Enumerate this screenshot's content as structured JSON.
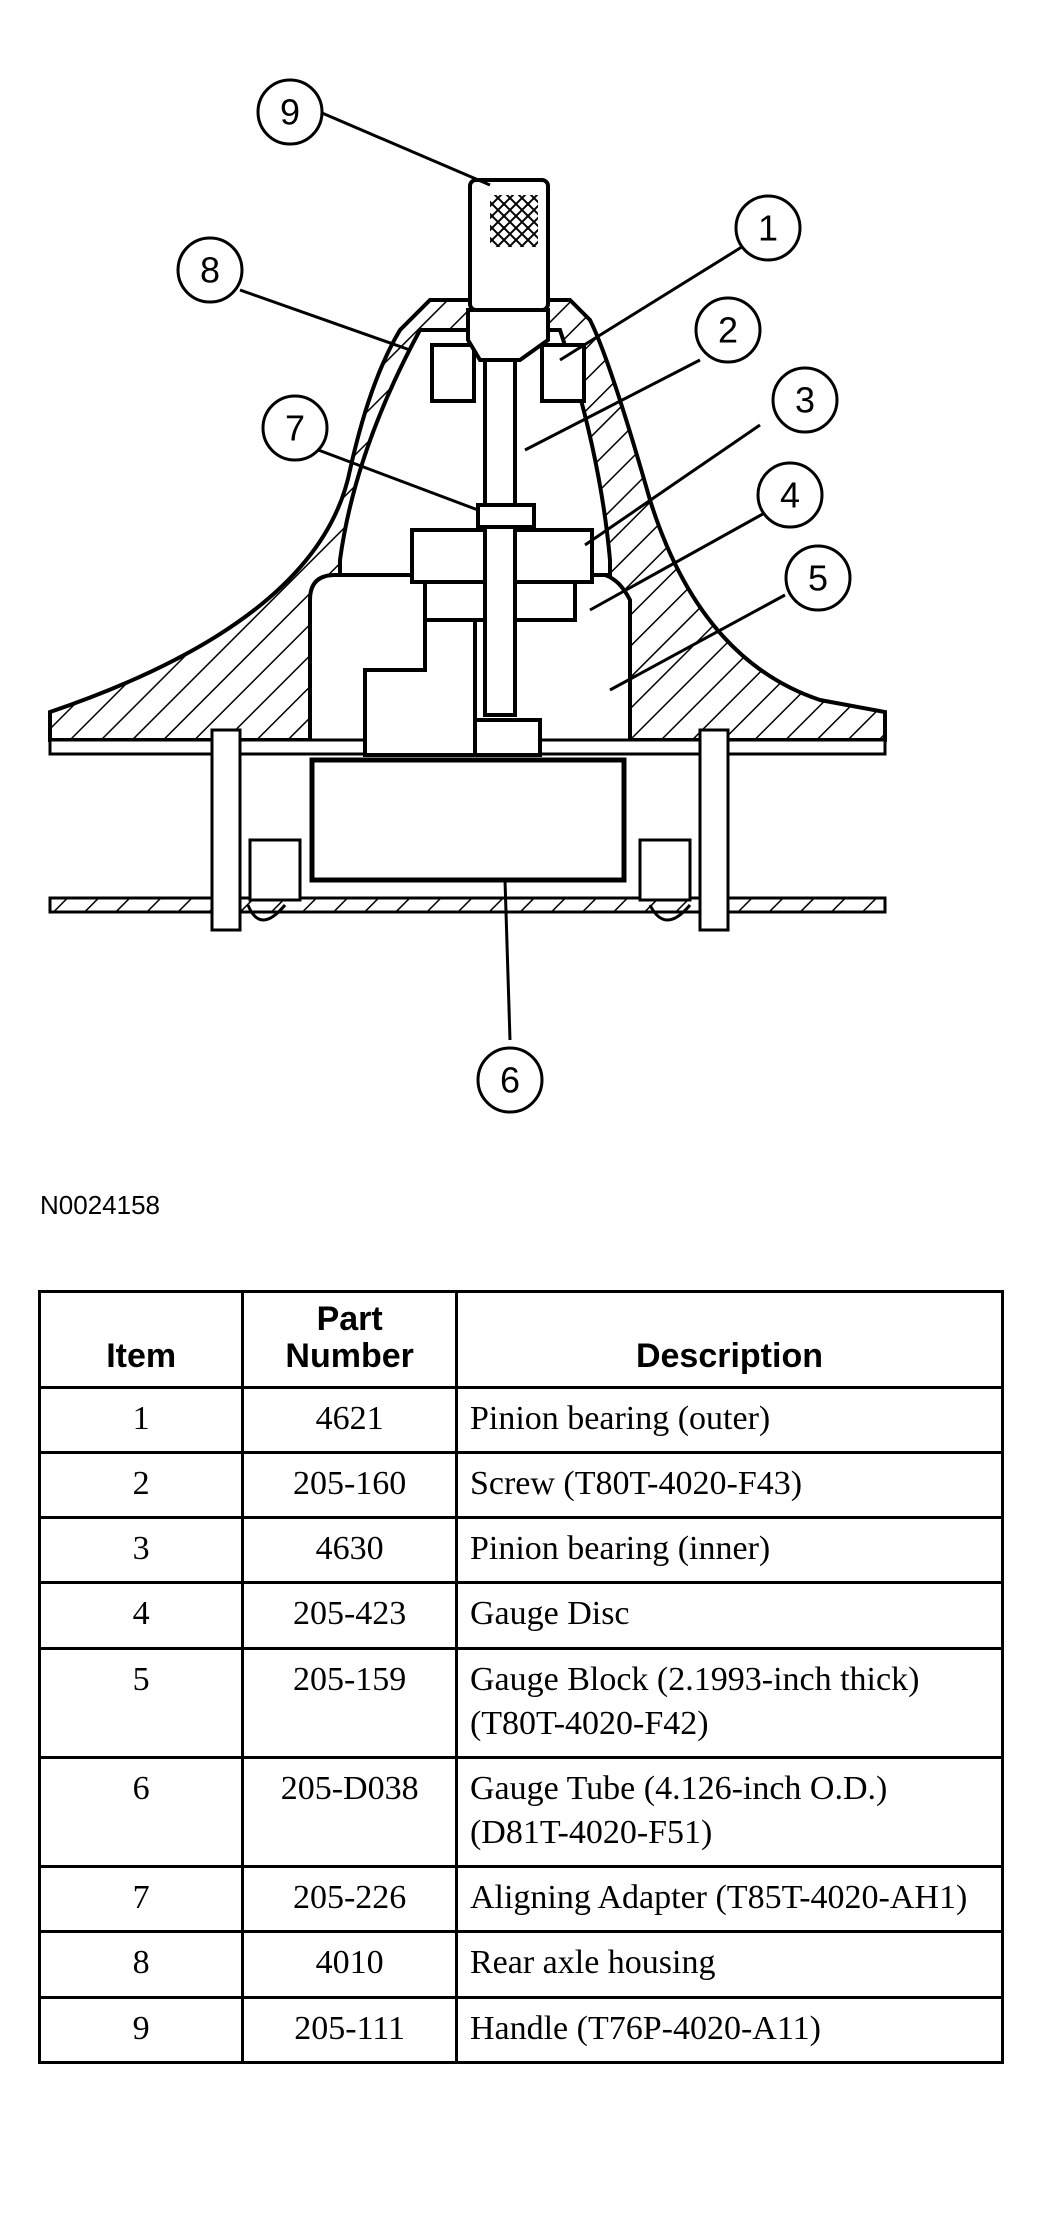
{
  "diagram": {
    "callouts": [
      "1",
      "2",
      "3",
      "4",
      "5",
      "6",
      "7",
      "8",
      "9"
    ]
  },
  "figure_id": "N0024158",
  "table": {
    "headers": {
      "item": "Item",
      "part_number": "Part Number",
      "description": "Description"
    },
    "rows": [
      {
        "item": "1",
        "part_number": "4621",
        "description": "Pinion bearing (outer)"
      },
      {
        "item": "2",
        "part_number": "205-160",
        "description": "Screw (T80T-4020-F43)"
      },
      {
        "item": "3",
        "part_number": "4630",
        "description": "Pinion bearing (inner)"
      },
      {
        "item": "4",
        "part_number": "205-423",
        "description": "Gauge Disc"
      },
      {
        "item": "5",
        "part_number": "205-159",
        "description": "Gauge Block (2.1993-inch thick) (T80T-4020-F42)"
      },
      {
        "item": "6",
        "part_number": "205-D038",
        "description": "Gauge Tube (4.126-inch O.D.) (D81T-4020-F51)"
      },
      {
        "item": "7",
        "part_number": "205-226",
        "description": "Aligning Adapter (T85T-4020-AH1)"
      },
      {
        "item": "8",
        "part_number": "4010",
        "description": "Rear axle housing"
      },
      {
        "item": "9",
        "part_number": "205-111",
        "description": "Handle (T76P-4020-A11)"
      }
    ]
  }
}
